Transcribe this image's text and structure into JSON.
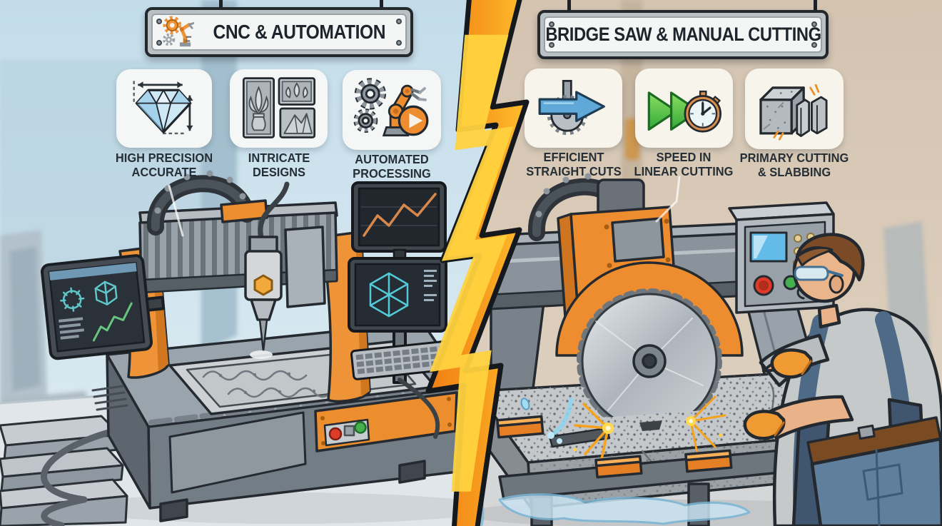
{
  "left_panel": {
    "sign_label": "CNC & AUTOMATION",
    "sign_icon": "gear-robot-arm-icon",
    "features": [
      {
        "icon": "diamond-measurement-icon",
        "line1": "HIGH PRECISION",
        "line2": "ACCURATE"
      },
      {
        "icon": "carved-stone-panels-icon",
        "line1": "INTRICATE",
        "line2": "DESIGNS"
      },
      {
        "icon": "gears-robot-play-icon",
        "line1": "AUTOMATED",
        "line2": "PROCESSING"
      }
    ],
    "scene": "cnc-router-machine-carving-stone-with-monitors"
  },
  "right_panel": {
    "sign_label": "BRIDGE SAW & MANUAL CUTTING",
    "features": [
      {
        "icon": "saw-blade-arrow-icon",
        "line1": "EFFICIENT",
        "line2": "STRAIGHT CUTS"
      },
      {
        "icon": "fast-forward-stopwatch-icon",
        "line1": "SPEED IN",
        "line2": "LINEAR CUTTING"
      },
      {
        "icon": "stone-blocks-icon",
        "line1": "PRIMARY CUTTING",
        "line2": "& SLABBING"
      }
    ],
    "scene": "bridge-saw-cutting-granite-slab-with-worker"
  },
  "divider": {
    "shape": "lightning-bolt",
    "color_outer": "#f0861a",
    "color_inner": "#ffd23e"
  },
  "colors": {
    "left_background": "#cfe3ed",
    "right_background": "#d9cbba",
    "machine_orange": "#ee8d2f",
    "machine_gray": "#8d959e",
    "sign_plate": "#f3f6f5",
    "label_text": "#262e36"
  }
}
